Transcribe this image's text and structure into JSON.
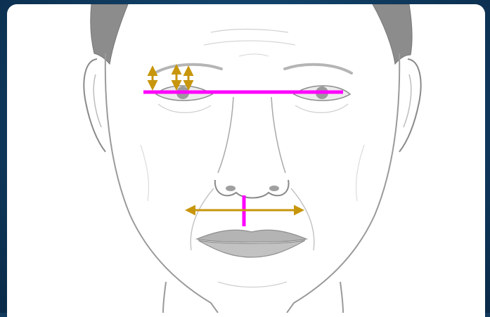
{
  "figure": {
    "subject": "face-line-drawing",
    "colors": {
      "background_outer": "#123a5c",
      "panel": "#ffffff",
      "outline": "#9a9a9a",
      "hair": "#8c8c8c",
      "lips": "#b4b4b4",
      "measure_primary": "#ff00ff",
      "measure_secondary": "#c8960c"
    },
    "annotations": [
      {
        "kind": "horizontal-line",
        "label": "",
        "color": "measure_primary"
      },
      {
        "kind": "vertical-line",
        "label": "",
        "color": "measure_primary"
      },
      {
        "kind": "double-arrow-horizontal",
        "label": "",
        "color": "measure_secondary"
      },
      {
        "kind": "double-arrow-vertical",
        "label": "",
        "color": "measure_secondary"
      },
      {
        "kind": "double-arrow-vertical",
        "label": "",
        "color": "measure_secondary"
      },
      {
        "kind": "double-arrow-vertical",
        "label": "",
        "color": "measure_secondary"
      }
    ]
  }
}
